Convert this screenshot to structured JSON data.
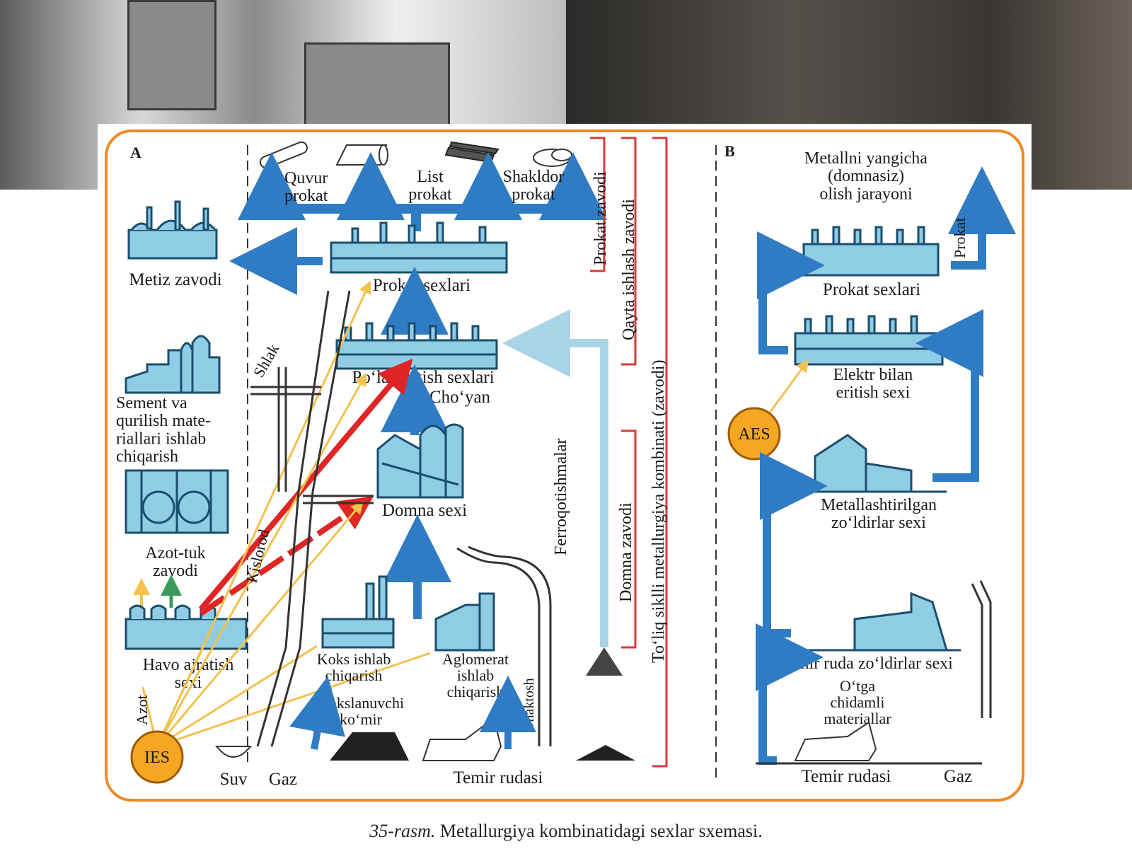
{
  "panels": {
    "A": {
      "letter": "A",
      "products": {
        "pipe": "Quvur\nprokat",
        "sheet": "List\nprokat",
        "profile": "Shakldor\nprokat"
      },
      "units": {
        "metiz": "Metiz zavodi",
        "rolling": "Prokat sexlari",
        "cement": "Sement va\nqurilish mate-\nriallari ishlab\nchiqarish",
        "steel": "Po‘lat eritish sexlari",
        "pigiron": "Cho‘yan",
        "nitrogen": "Azot-tuk\nzavodi",
        "blast": "Domna sexi",
        "air": "Havo ajratish\nsexi",
        "coke": "Koks ishlab\nchiqarish",
        "sinter": "Aglomerat\nishlab\nchiqarish",
        "coal": "Kokslanuvchi\nko‘mir",
        "ies": "IES"
      },
      "flow_labels": {
        "slag": "Shlak",
        "oxygen": "Kislorod",
        "nitrogen_gas": "Azot",
        "ferro": "Ferroqotishmalar",
        "limestone": "Ohaktosh"
      },
      "inputs": {
        "water": "Suv",
        "gas": "Gaz",
        "ore": "Temir rudasi"
      },
      "brackets": {
        "rolling_plant": "Prokat zavodi",
        "recycling": "Qayta ishlash zavodi",
        "full_cycle": "To‘liq siklli metallurgiya kombinati (zavodi)",
        "blast_plant": "Domna zavodi"
      }
    },
    "B": {
      "letter": "B",
      "title": "Metallni yangicha\n(domnasiz)\nolish jarayoni",
      "product": "Prokat",
      "units": {
        "rolling": "Prokat sexlari",
        "electric": "Elektr bilan\neritish sexi",
        "aes": "AES",
        "metallized": "Metallashtirilgan\nzo‘ldirlar sexi",
        "pellets": "Temir ruda zo‘ldirlar sexi",
        "refractory": "O‘tga\nchidamli\nmateriallar"
      },
      "inputs": {
        "ore": "Temir rudasi",
        "gas": "Gaz"
      }
    }
  },
  "caption": {
    "number": "35-rasm.",
    "text": " Metallurgiya kombinatidagi sexlar sxemasi."
  },
  "colors": {
    "frame": "#f08a24",
    "flow_blue": "#2f7cc4",
    "light_blue": "#a9d4e6",
    "building_fill": "#8fcde4",
    "building_stroke": "#1b4d6e",
    "red": "#e02525",
    "yellow": "#f2c14e",
    "orange_circle": "#f5a623",
    "bracket_red": "#d83a3a"
  }
}
